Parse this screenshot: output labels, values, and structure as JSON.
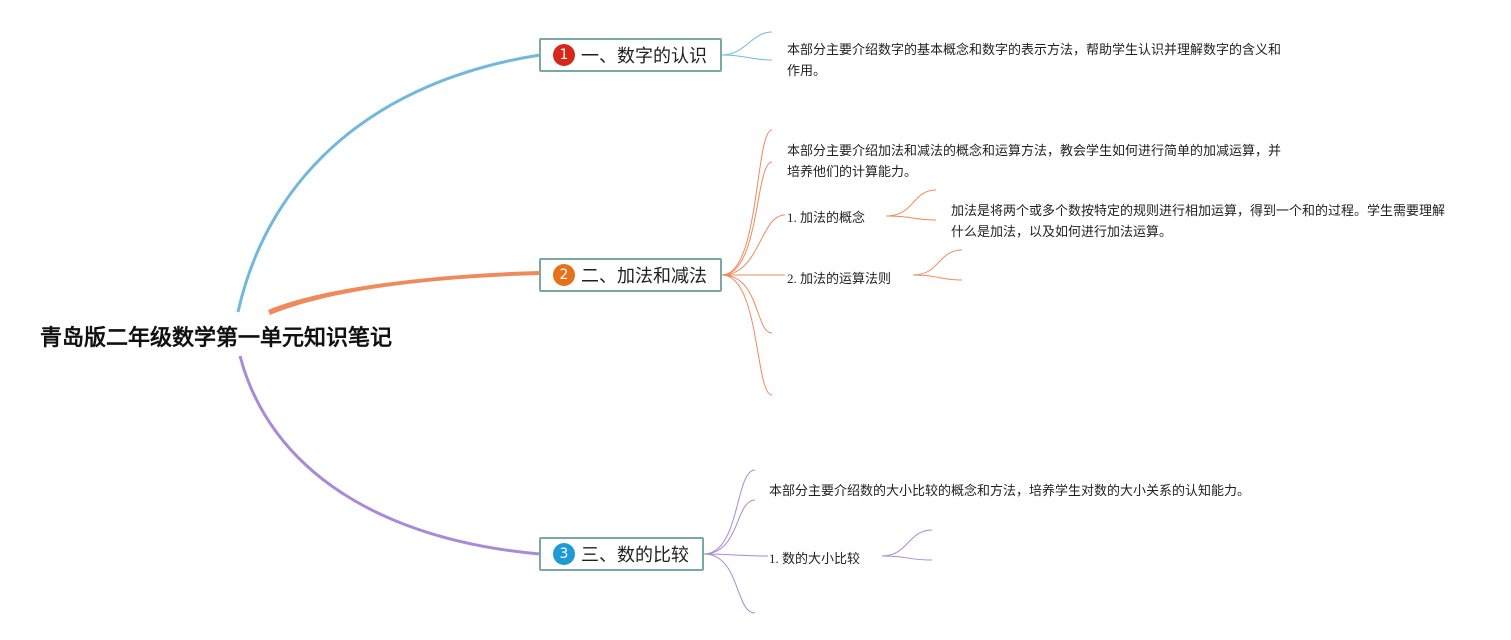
{
  "root": {
    "title": "青岛版二年级数学第一单元知识笔记"
  },
  "colors": {
    "branch1": "#72b8dc",
    "branch2": "#ef8a5c",
    "branch3": "#a98ad6",
    "badge1": "#d7261a",
    "badge2": "#e4721a",
    "badge3": "#1e9ad6",
    "branch_border": "#7aa9a3"
  },
  "branches": [
    {
      "number": "1",
      "label": "一、数字的认识",
      "summary": "本部分主要介绍数字的基本概念和数字的表示方法，帮助学生认识并理解数字的含义和作用。"
    },
    {
      "number": "2",
      "label": "二、加法和减法",
      "summary": "本部分主要介绍加法和减法的概念和运算方法，教会学生如何进行简单的加减运算，并培养他们的计算能力。",
      "topics": [
        {
          "label": "1. 加法的概念",
          "detail": "加法是将两个或多个数按特定的规则进行相加运算，得到一个和的过程。学生需要理解什么是加法，以及如何进行加法运算。"
        },
        {
          "label": "2. 加法的运算法则"
        }
      ]
    },
    {
      "number": "3",
      "label": "三、数的比较",
      "summary": "本部分主要介绍数的大小比较的概念和方法，培养学生对数的大小关系的认知能力。",
      "topics": [
        {
          "label": "1. 数的大小比较"
        }
      ]
    }
  ]
}
